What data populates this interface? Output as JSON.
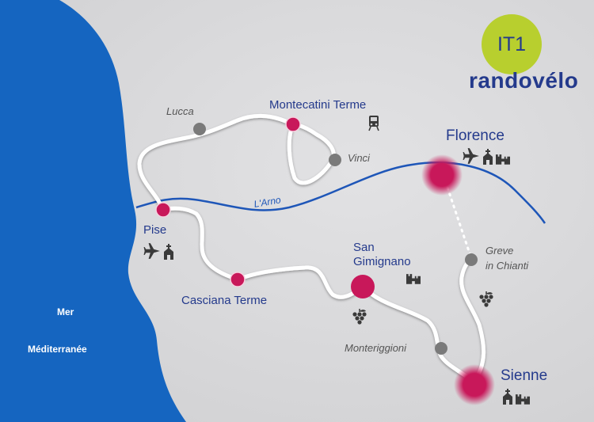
{
  "branding": {
    "route_code": "IT1",
    "brand_name": "randovélo"
  },
  "sea": {
    "line1": "Mer",
    "line2": "Méditerranée",
    "color": "#1565c0"
  },
  "river": {
    "name": "L'Arno",
    "color": "#1e56b8"
  },
  "colors": {
    "stage_point": "#c8185a",
    "waypoint": "#7a7a7a",
    "route": "#ffffff",
    "label_blue": "#243a8c",
    "badge": "#b8cf2e"
  },
  "places": {
    "lucca": "Lucca",
    "montecatini": "Montecatini  Terme",
    "vinci": "Vinci",
    "florence": "Florence",
    "pise": "Pise",
    "greve_line1": "Greve",
    "greve_line2": "in  Chianti",
    "san_gimignano_line1": "San",
    "san_gimignano_line2": "Gimignano",
    "casciana": "Casciana  Terme",
    "monteriggioni": "Monteriggioni",
    "sienne": "Sienne"
  },
  "icons": {
    "montecatini": [
      "train-icon"
    ],
    "florence": [
      "airplane-icon",
      "church-icon",
      "castle-icon"
    ],
    "pise": [
      "airplane-icon",
      "church-icon"
    ],
    "san_gimignano": [
      "castle-icon"
    ],
    "greve": [
      "grapes-icon"
    ],
    "san_gimignano_below": [
      "grapes-icon"
    ],
    "sienne": [
      "church-icon",
      "castle-icon"
    ]
  }
}
